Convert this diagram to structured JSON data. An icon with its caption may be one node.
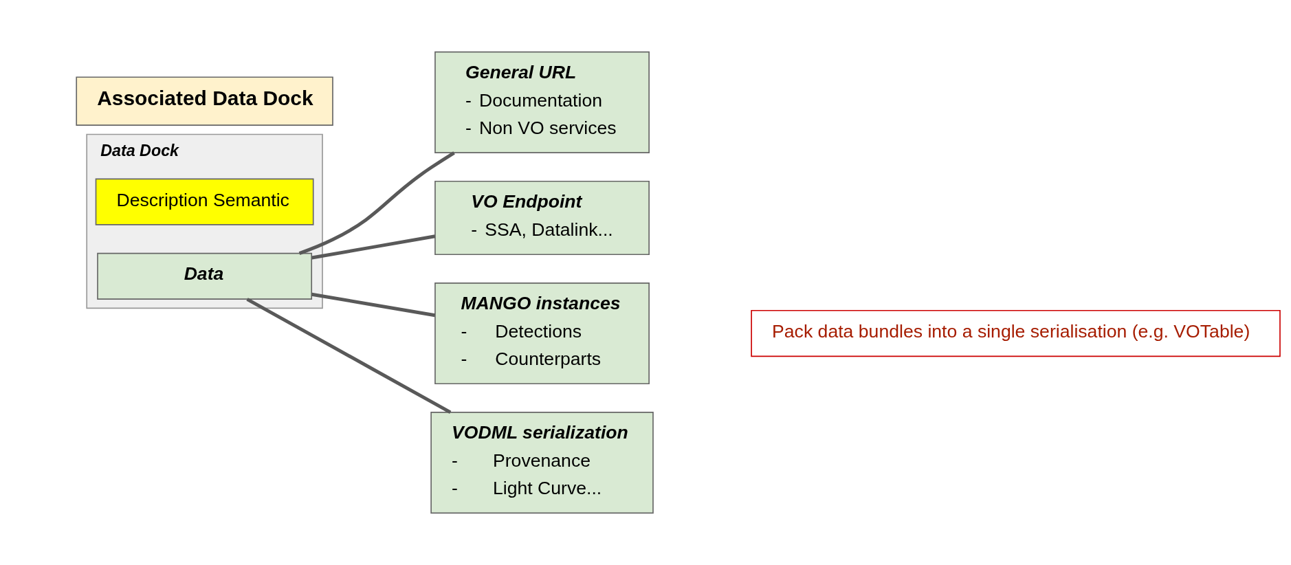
{
  "diagram": {
    "nodes": [
      {
        "text": [
          "Data Dock"
        ]
      },
      {
        "text": [
          "Description Semantic"
        ],
        "in": 0
      },
      {
        "text": [
          "Data"
        ],
        "in": 0
      },
      {
        "text": [
          "Associated Data Dock"
        ]
      },
      {
        "text": [
          "General URL",
          "-",
          "Documentation",
          "-",
          "Non VO services"
        ]
      },
      {
        "text": [
          "VO Endpoint",
          "-",
          "SSA, Datalink..."
        ]
      },
      {
        "text": [
          "MANGO instances",
          "-",
          "Detections",
          "-",
          "Counterparts"
        ]
      },
      {
        "text": [
          "VODML serialization",
          "-",
          "Provenance",
          "-",
          "Light Curve..."
        ]
      },
      {
        "text": [
          "Pack data bundles into a single serialisation (e.g. VOTable)"
        ]
      }
    ],
    "edges": [
      {
        "from": 2,
        "to": 4,
        "arrow": "none"
      },
      {
        "from": 2,
        "to": 5,
        "arrow": "none"
      },
      {
        "from": 2,
        "to": 6,
        "arrow": "none"
      },
      {
        "from": 2,
        "to": 7,
        "arrow": "none"
      }
    ]
  }
}
